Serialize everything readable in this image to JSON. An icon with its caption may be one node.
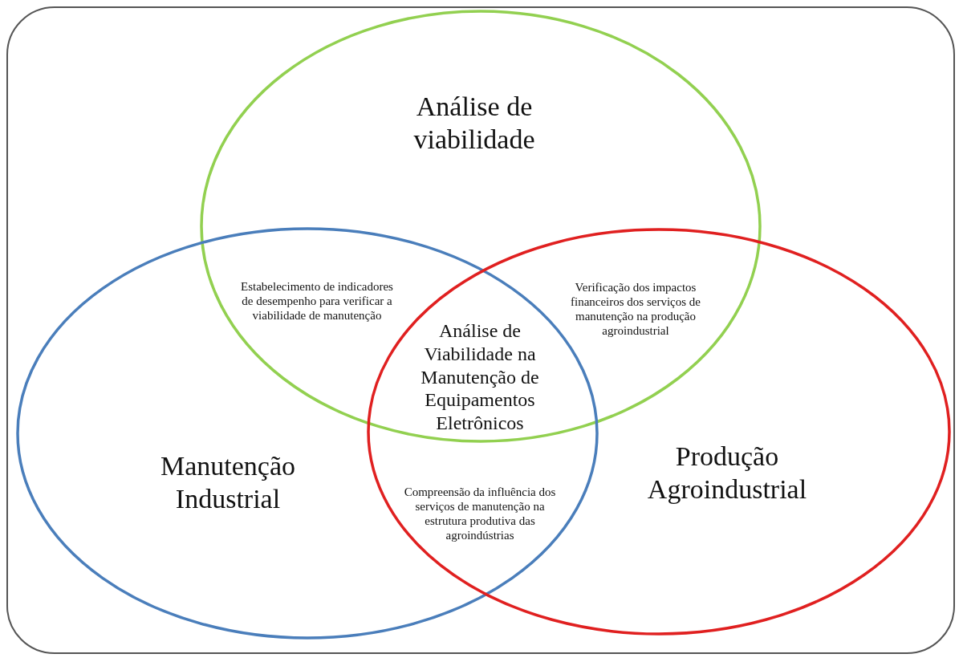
{
  "diagram": {
    "nodes": [
      {
        "text": [],
        "shape": "box"
      },
      {
        "text": [
          "Análise de viabilidade"
        ],
        "in": 0
      },
      {
        "text": [
          "Manutenção Industrial"
        ],
        "in": 0
      },
      {
        "text": [
          "Produção Agroindustrial"
        ],
        "in": 0
      }
    ],
    "labels": [
      "Estabelecimento de indicadores de desempenho para verificar a viabilidade de manutenção",
      "Verificação dos impactos financeiros dos serviços de manutenção na produção agroindustrial",
      "Análise de Viabilidade na Manutenção de Equipamentos Eletrônicos",
      "Compreensão da influência dos serviços de manutenção na estrutura produtiva das agroindústrias"
    ]
  }
}
